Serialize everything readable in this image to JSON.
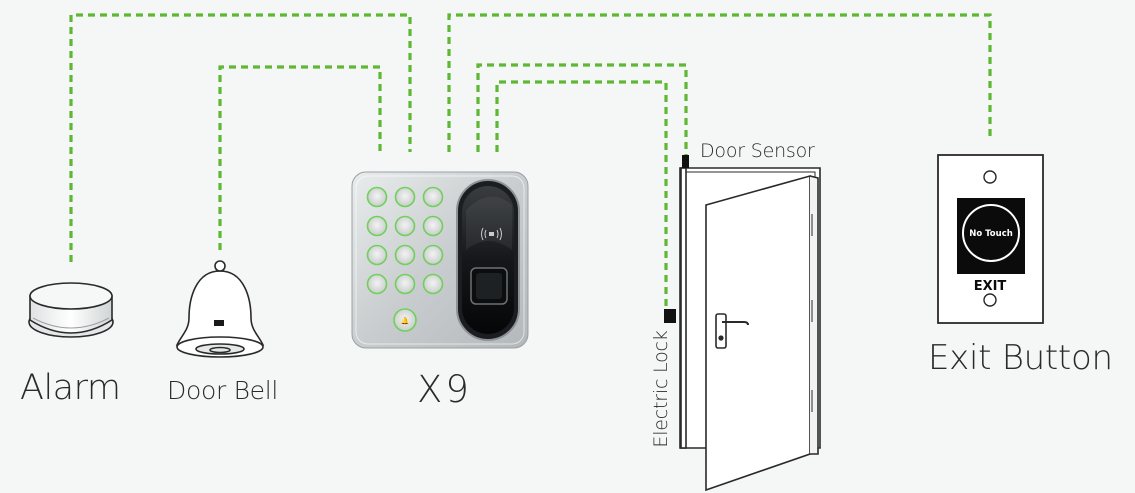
{
  "labels": {
    "alarm": "Alarm",
    "door_bell": "Door Bell",
    "device": "X9",
    "exit_button": "Exit Button",
    "door_sensor": "Door Sensor",
    "electric_lock": "Electric Lock"
  },
  "exit_button_panel": {
    "touch_text": "No Touch",
    "exit_text": "EXIT"
  },
  "colors": {
    "wire": "#5fb833",
    "led": "#6fd05a",
    "background": "#f4f7f6"
  },
  "icons": {
    "alarm": "alarm-siren-icon",
    "door_bell": "bell-icon",
    "device": "keypad-reader-icon",
    "door": "door-icon",
    "exit_button": "exit-button-icon"
  }
}
